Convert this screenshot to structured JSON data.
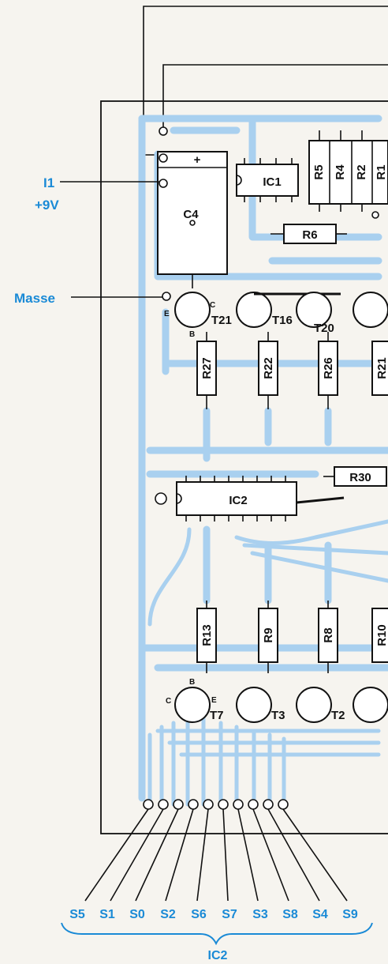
{
  "external": {
    "i1": "I1",
    "v9": "+9V",
    "masse": "Masse"
  },
  "components": {
    "c4": "C4",
    "c4_plus": "+",
    "ic1": "IC1",
    "ic2": "IC2",
    "r5": "R5",
    "r4": "R4",
    "r2": "R2",
    "r1": "R1",
    "r6": "R6",
    "r27": "R27",
    "r22": "R22",
    "r26": "R26",
    "r21": "R21",
    "r30": "R30",
    "r13": "R13",
    "r9": "R9",
    "r8": "R8",
    "r10": "R10",
    "t21": "T21",
    "t16": "T16",
    "t20": "T20",
    "t7": "T7",
    "t3": "T3",
    "t2": "T2"
  },
  "pin_letters": {
    "t21_c": "C",
    "t21_e": "E",
    "t21_b": "B",
    "t7_c": "C",
    "t7_e": "E",
    "t7_b": "B"
  },
  "connector": {
    "pins": [
      "S5",
      "S1",
      "S0",
      "S2",
      "S6",
      "S7",
      "S3",
      "S8",
      "S4",
      "S9"
    ],
    "group_label": "IC2"
  },
  "colors": {
    "trace": "#a9d0ef",
    "label_blue": "#1a8ad6",
    "ink": "#111111",
    "paper": "#f6f4ef"
  }
}
